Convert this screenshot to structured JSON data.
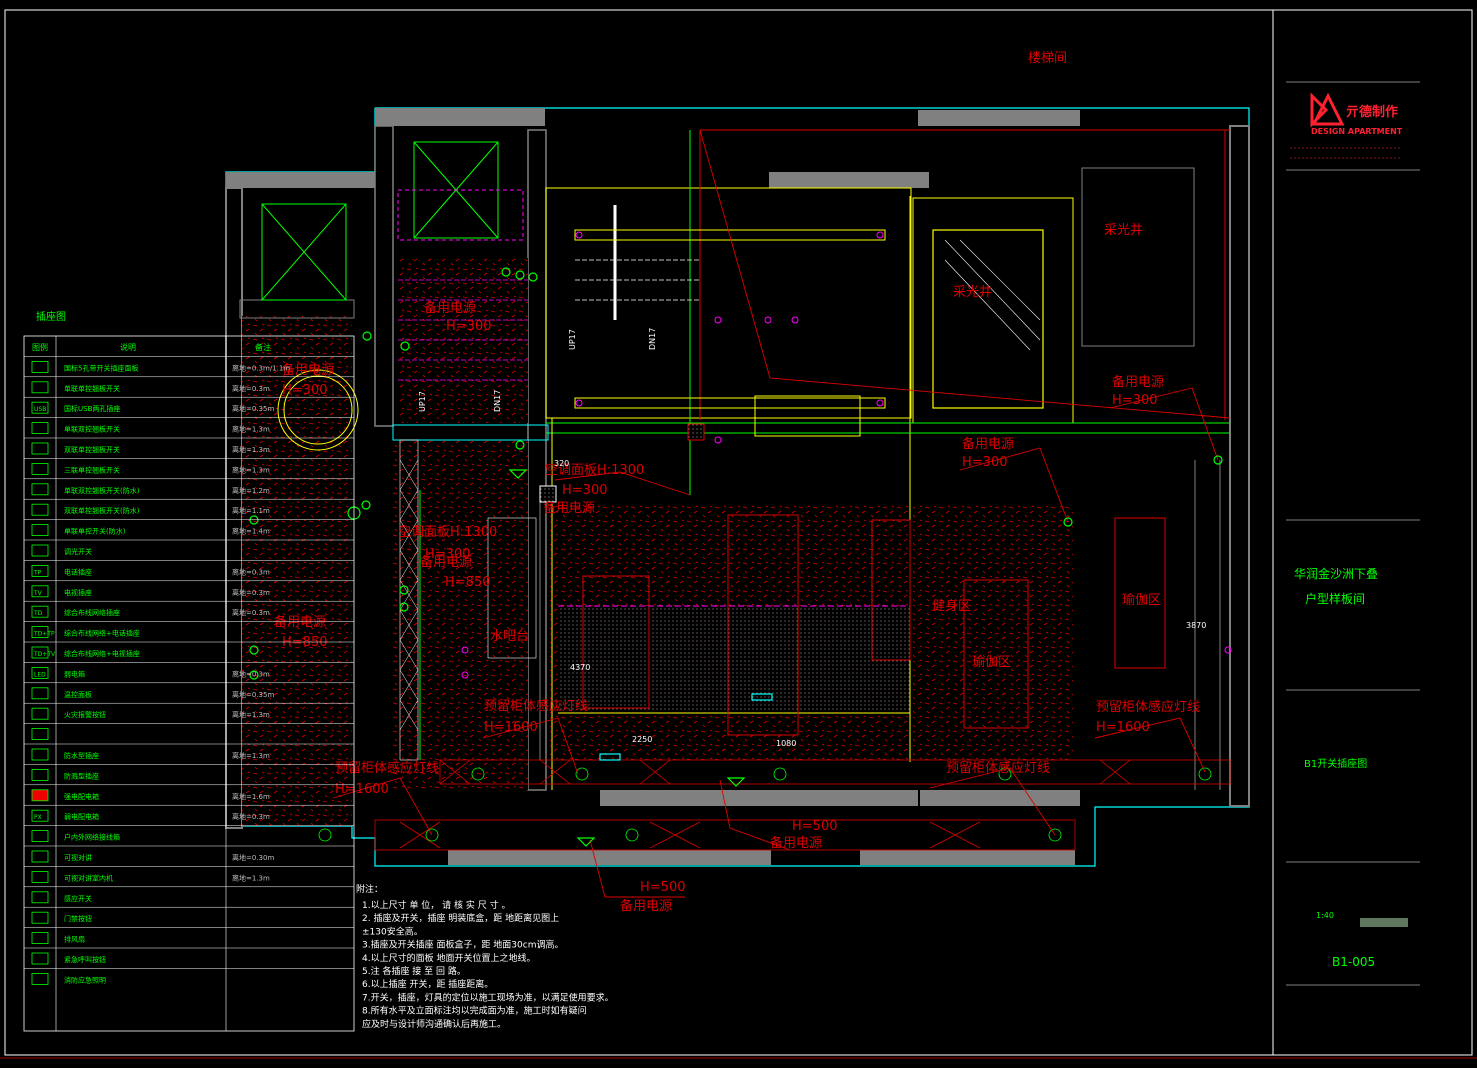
{
  "title_block": {
    "company_cn": "亓德制作",
    "company_en": "DESIGN APARTMENT",
    "project_line1": "华润金沙洲下叠",
    "project_line2": "户型样板间",
    "drawing_name": "B1开关插座图",
    "scale_value": "1:40",
    "drawing_no": "B1-005"
  },
  "rooms": {
    "stair_room": "楼梯间",
    "lightwell_1": "采光井",
    "lightwell_2": "采光井",
    "gym_area": "健身区",
    "yoga_room": "瑜伽区",
    "yoga_area": "瑜伽区",
    "water_bar": "水吧台"
  },
  "annotations": {
    "spare_outlet": "备用电源",
    "h300": "H=300",
    "h850": "H=850",
    "h500": "H=500",
    "h1600": "H=1600",
    "h1300_panel": "空调面板H:1300",
    "cabinet_light": "预留柜体感应灯线",
    "up17": "UP17",
    "dn17": "DN17",
    "dim_4370": "4370",
    "dim_3870": "3870",
    "dim_2250": "2250",
    "dim_1080": "1080",
    "dim_320": "320"
  },
  "legend": {
    "title": "插座图",
    "headers": [
      "图例",
      "说明",
      "备注"
    ],
    "rows": [
      [
        "",
        "国标5孔带开关插座面板",
        "离地=0.3m/1.1m"
      ],
      [
        "",
        "单联单控翘板开关",
        "离地=0.3m"
      ],
      [
        "USB",
        "国标USB两孔插座",
        "离地=0.35m"
      ],
      [
        "",
        "单联双控翘板开关",
        "离地=1.3m"
      ],
      [
        "",
        "双联单控翘板开关",
        "离地=1.3m"
      ],
      [
        "",
        "三联单控翘板开关",
        "离地=1.3m"
      ],
      [
        "",
        "单联双控翘板开关(防水)",
        "离地=1.2m"
      ],
      [
        "",
        "双联单控翘板开关(防水)",
        "离地=1.1m"
      ],
      [
        "",
        "单联单控开关(防水)",
        "离地=1.4m"
      ],
      [
        "",
        "调光开关",
        ""
      ],
      [
        "TP",
        "电话插座",
        "离地=0.3m"
      ],
      [
        "TV",
        "电视插座",
        "离地=0.3m"
      ],
      [
        "TD",
        "综合布线网络插座",
        "离地=0.3m"
      ],
      [
        "TD+TP",
        "综合布线网络+电话插座",
        ""
      ],
      [
        "TD+TV",
        "综合布线网络+电视插座",
        ""
      ],
      [
        "LED",
        "弱电箱",
        "离地=0.3m"
      ],
      [
        "",
        "温控面板",
        "离地=0.35m"
      ],
      [
        "",
        "火灾报警按钮",
        "离地=1.3m"
      ],
      [
        "",
        "",
        ""
      ],
      [
        "",
        "防水型插座",
        "离地=1.3m"
      ],
      [
        "",
        "防溅型插座",
        ""
      ],
      [
        "",
        "强电配电箱",
        "离地=1.6m"
      ],
      [
        "PX",
        "弱电配电箱",
        "离地=0.3m"
      ],
      [
        "",
        "户内外网络接线箱",
        ""
      ],
      [
        "",
        "可视对讲",
        "离地=0.30m"
      ],
      [
        "",
        "可视对讲室内机",
        "离地=1.3m"
      ],
      [
        "",
        "感应开关",
        ""
      ],
      [
        "",
        "门禁按钮",
        ""
      ],
      [
        "",
        "排风扇",
        ""
      ],
      [
        "",
        "紧急呼叫按钮",
        ""
      ],
      [
        "",
        "消防应急照明",
        ""
      ]
    ]
  },
  "notes": {
    "heading": "附注：",
    "lines": [
      "1.以上尺寸 单 位，  请  核  实  尺  寸  。",
      "2.   插座及开关，插座    明装底盒，距    地距离见图上",
      "    ±130安全高。",
      "3.插座及开关插座      面板盒子，距      地面30cm调高。",
      "4.以上尺寸的面板   地面开关位置上之地线。",
      "5.注   各插座   接    至   回   路。",
      "6.以上插座    开关，距    插座距离。",
      "7.开关，插座，灯具的定位以施工现场为准，以满足使用要求。",
      "8.所有水平及立面标注均以完成面为准，施工时如有疑问",
      "  应及时与设计师沟通确认后再施工。"
    ]
  }
}
